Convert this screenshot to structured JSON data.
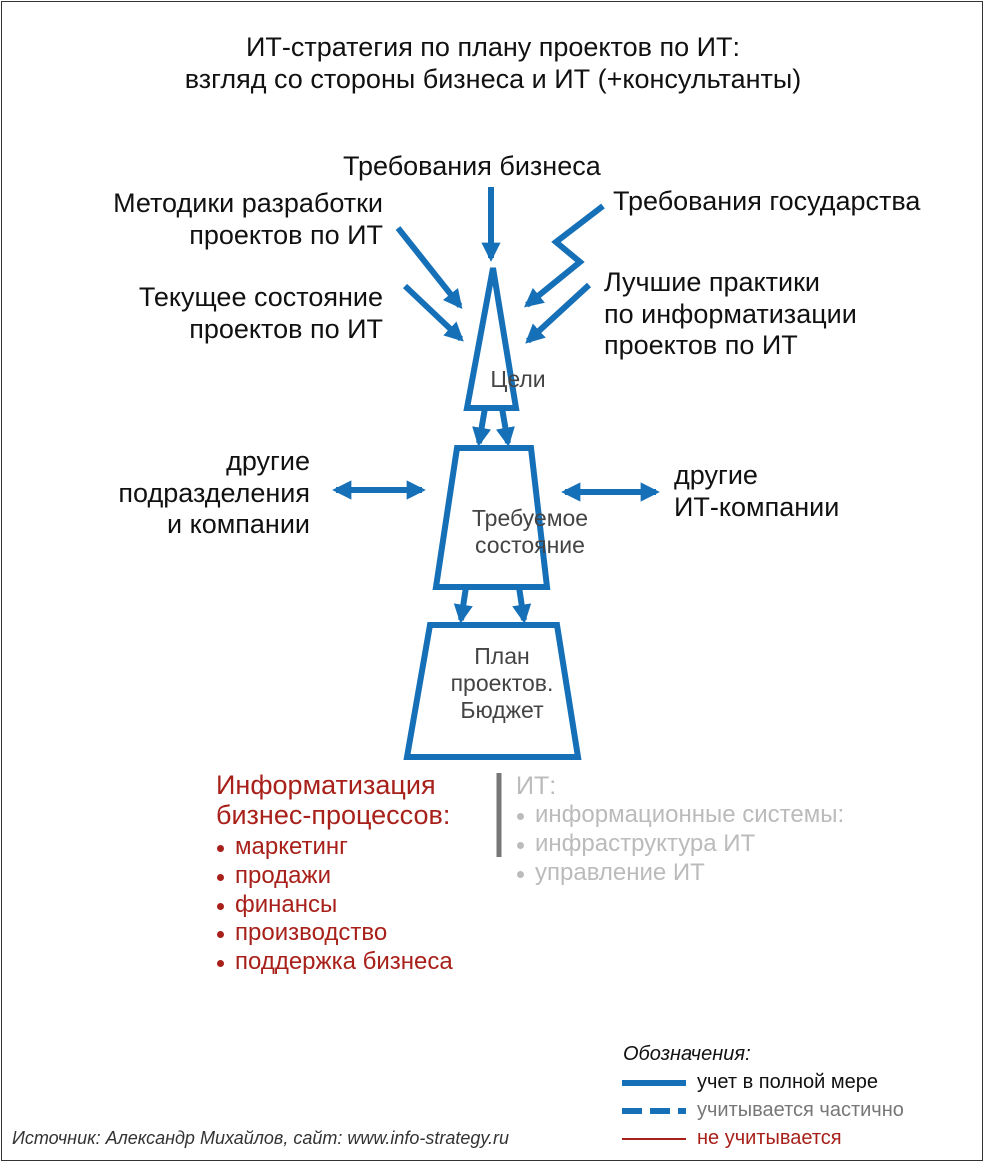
{
  "title": {
    "line1": "ИТ-стратегия по плану проектов по ИТ:",
    "line2": "взгляд со стороны бизнеса и ИТ (+консультанты)"
  },
  "inputs": {
    "business_requirements": "Требования бизнеса",
    "methods": [
      "Методики разработки",
      "проектов по ИТ"
    ],
    "state_requirements": "Требования государства",
    "current_state": [
      "Текущее состояние",
      "проектов по ИТ"
    ],
    "best_practices": [
      "Лучшие практики",
      "по информатизации",
      "проектов по ИТ"
    ]
  },
  "shapes": {
    "goals": "Цели",
    "target_state": [
      "Требуемое",
      "состояние"
    ],
    "plan": [
      "План",
      "проектов.",
      "Бюджет"
    ]
  },
  "sides": {
    "left": [
      "другие",
      "подразделения",
      "и компании"
    ],
    "right": [
      "другие",
      "ИТ-компании"
    ]
  },
  "business_list": {
    "heading": [
      "Информатизация",
      "бизнес-процессов:"
    ],
    "items": [
      "маркетинг",
      "продажи",
      "финансы",
      "производство",
      "поддержка бизнеса"
    ]
  },
  "it_list": {
    "heading": "ИТ:",
    "items": [
      "информационные системы:",
      "инфраструктура ИТ",
      "управление ИТ"
    ]
  },
  "legend": {
    "title": "Обозначения:",
    "full": "учет в полной мере",
    "partial": "учитывается частично",
    "none": "не учитывается"
  },
  "source": "Источник: Александр Михайлов, сайт: www.info-strategy.ru",
  "colors": {
    "blue": "#1670b8",
    "red": "#a8201a",
    "grey": "#bbbbbb"
  }
}
